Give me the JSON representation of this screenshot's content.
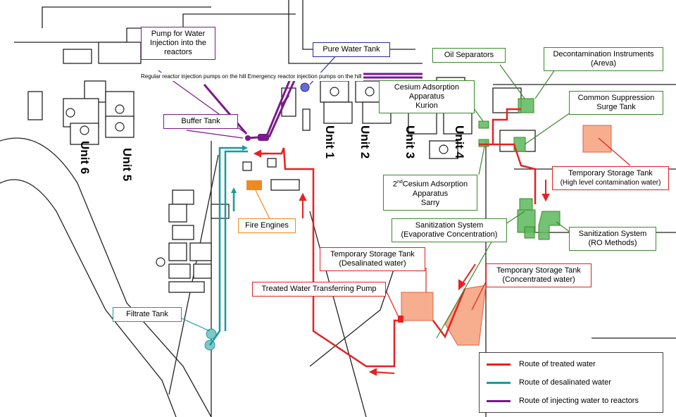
{
  "units": [
    "Unit 6",
    "Unit 5",
    "Unit 1",
    "Unit 2",
    "Unit 3",
    "Unit 4"
  ],
  "labels": {
    "pump_injection": [
      "Pump for Water",
      "Injection into the",
      "reactors"
    ],
    "pump_notes": [
      "Regular reactor injection pumps on the hill",
      "Emergency reactor injection pumps on the hill"
    ],
    "pure_water_tank": "Pure Water Tank",
    "oil_separators": "Oil Separators",
    "decontamination": [
      "Decontamination Instruments",
      "(Areva)"
    ],
    "cesium_kurion": [
      "Cesium Adsorption",
      "Apparatus",
      "Kurion"
    ],
    "buffer_tank": "Buffer Tank",
    "common_suppression": [
      "Common Suppression",
      "Surge Tank"
    ],
    "temp_high": [
      "Temporary Storage Tank",
      "(High level contamination water)"
    ],
    "cesium_sarry_sup": "nd",
    "cesium_sarry": [
      "2",
      "Cesium Adsorption",
      "Apparatus",
      "Sarry"
    ],
    "fire_engines": "Fire Engines",
    "sanitization_evap": [
      "Sanitization System",
      "(Evaporative Concentration)"
    ],
    "sanitization_ro": [
      "Sanitization System",
      "(RO Methods)"
    ],
    "temp_desal": [
      "Temporary Storage Tank",
      "(Desalinated water)"
    ],
    "temp_conc": [
      "Temporary Storage Tank",
      "(Concentrated water)"
    ],
    "transfer_pump": "Treated Water Transferring Pump",
    "filtrate_tank": "Filtrate Tank"
  },
  "legend": [
    {
      "label": "Route of treated water",
      "color": "#e82020"
    },
    {
      "label": "Route of desalinated water",
      "color": "#1a9a9a"
    },
    {
      "label": "Route of injecting water to reactors",
      "color": "#7a1a8a"
    }
  ],
  "colors": {
    "treated": "#e82020",
    "desalinated": "#1a9a9a",
    "injection": "#7a1a8a",
    "equipment": "#5cb85c",
    "tank": "#f4a07a",
    "fire": "#f08a20",
    "pure": "#6a6ad0"
  }
}
